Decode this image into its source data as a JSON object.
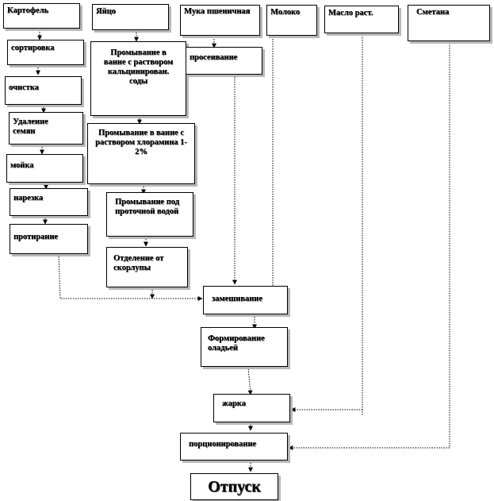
{
  "diagram": {
    "columns": {
      "potato": {
        "source": "Картофель",
        "steps": [
          "сортировка",
          "очистка",
          "Удаление семян",
          "мойка",
          "нарезка",
          "протирание"
        ]
      },
      "egg": {
        "source": "Яйцо",
        "steps": [
          "Промывание в ванне с раствором кальцинирован. соды",
          "Промывание в ванне с раствором хлорамина 1-2%",
          "Промывание под проточной водой",
          "Отделение от скорлупы"
        ]
      },
      "flour": {
        "source": "Мука пшеничная",
        "steps": [
          "просеивание"
        ]
      },
      "milk": {
        "source": "Молоко"
      },
      "oil": {
        "source": "Масло раст."
      },
      "sourcream": {
        "source": "Сметана"
      }
    },
    "process": {
      "mixing": "замешивание",
      "forming": "Формирование оладьей",
      "frying": "жарка",
      "portioning": "порционирование",
      "release": "Отпуск"
    }
  }
}
